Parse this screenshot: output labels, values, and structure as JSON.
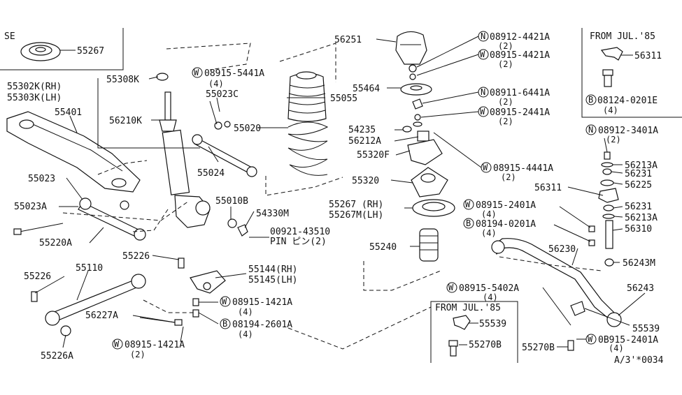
{
  "boxes": {
    "se": {
      "title": "SE",
      "part": "55267"
    },
    "jul85_top": {
      "title": "FROM JUL.'85",
      "p1": "56311",
      "p2": "08124-0201E",
      "p2_prefix": "B",
      "p2_qty": "(4)"
    },
    "jul85_bottom": {
      "title": "FROM JUL.'85",
      "p1": "55539",
      "p2": "55270B"
    }
  },
  "labels": {
    "l55308K": "55308K",
    "l55302K": "55302K(RH)",
    "l55303K": "55303K(LH)",
    "l55401": "55401",
    "l56210K": "56210K",
    "l55023": "55023",
    "l55023A": "55023A",
    "l55220A": "55220A",
    "l55226a": "55226",
    "l55226b": "55226",
    "l55110": "55110",
    "l55226A": "55226A",
    "l56227A": "56227A",
    "w089155441A": "08915-5441A",
    "w089155441A_q": "(4)",
    "l55023C": "55023C",
    "l55024": "55024",
    "l55010B": "55010B",
    "l54330M": "54330M",
    "l00921": "00921-43510",
    "l00921_pin": "PIN ピン(2)",
    "l55055": "55055",
    "l55020": "55020",
    "l55144": "55144(RH)",
    "l55145": "55145(LH)",
    "w089151421A_a": "08915-1421A",
    "w089151421A_a_q": "(4)",
    "b081942601A": "08194-2601A",
    "b081942601A_q": "(4)",
    "w089151421A_b": "08915-1421A",
    "w089151421A_b_q": "(2)",
    "l56251": "56251",
    "n089124421A": "08912-4421A",
    "n089124421A_q": "(2)",
    "w089154421A": "08915-4421A",
    "w089154421A_q": "(2)",
    "l55464": "55464",
    "n089116441A": "08911-6441A",
    "n089116441A_q": "(2)",
    "w089152441A": "08915-2441A",
    "w089152441A_q": "(2)",
    "l54235": "54235",
    "l56212A": "56212A",
    "l55320F": "55320F",
    "w089154441A": "08915-4441A",
    "w089154441A_q": "(2)",
    "l55320": "55320",
    "l55267RH": "55267 (RH)",
    "l55267MLH": "55267M(LH)",
    "l55240": "55240",
    "n089123401A": "08912-3401A",
    "n089123401A_q": "(2)",
    "l56213A_a": "56213A",
    "l56231_a": "56231",
    "l56225": "56225",
    "l56311": "56311",
    "w089152401A_a": "08915-2401A",
    "w089152401A_a_q": "(4)",
    "l56231_b": "56231",
    "l56213A_b": "56213A",
    "b081940201A": "08194-0201A",
    "b081940201A_q": "(4)",
    "l56310": "56310",
    "l56230": "56230",
    "l56243M": "56243M",
    "l56243": "56243",
    "w089155402A": "08915-5402A",
    "w089155402A_q": "(4)",
    "l55539": "55539",
    "l55270B": "55270B",
    "w089152401A_b": "0B915-2401A",
    "w089152401A_b_q": "(4)",
    "code": "A/3'*0034"
  }
}
